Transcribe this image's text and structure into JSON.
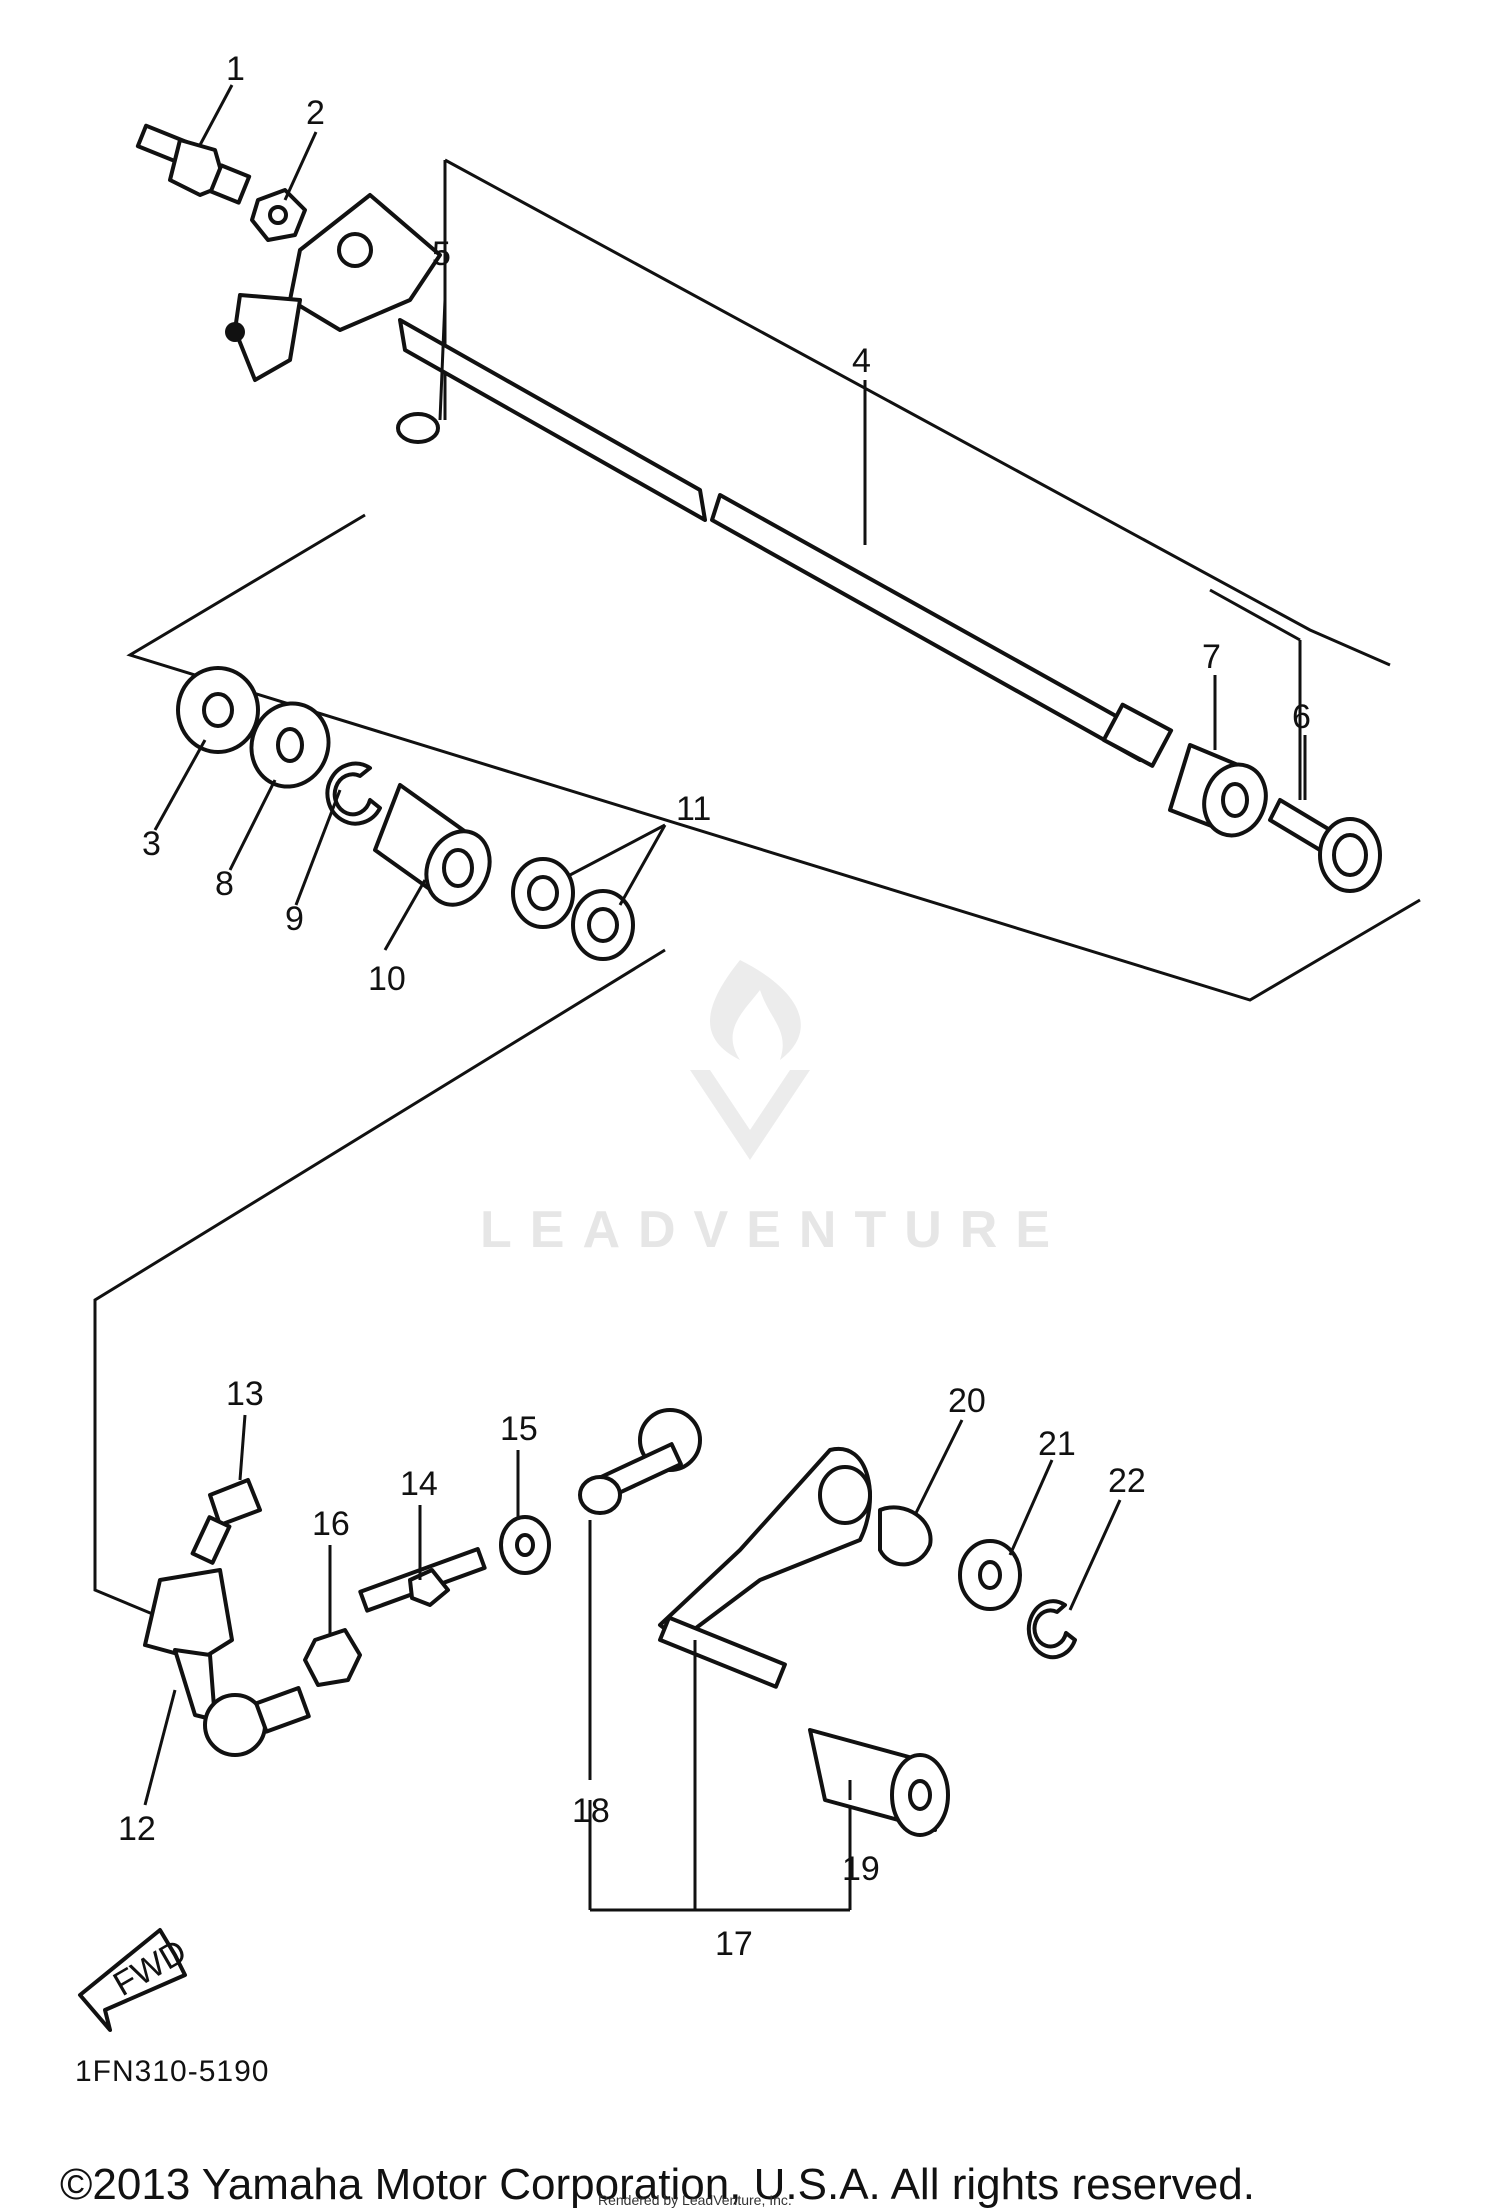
{
  "diagram": {
    "part_callouts": [
      "1",
      "2",
      "3",
      "4",
      "5",
      "6",
      "7",
      "8",
      "9",
      "10",
      "11",
      "12",
      "13",
      "14",
      "15",
      "16",
      "17",
      "18",
      "19",
      "20",
      "21",
      "22"
    ],
    "fwd_label": "FWD",
    "drawing_code": "1FN310-5190",
    "watermark": "LEADVENTURE",
    "copyright": "©2013 Yamaha Motor Corporation, U.S.A. All rights reserved.",
    "rendered_by": "Rendered by LeadVenture, Inc."
  },
  "colors": {
    "ink": "#111111",
    "paper": "#ffffff",
    "watermark": "#e6e6e6"
  }
}
